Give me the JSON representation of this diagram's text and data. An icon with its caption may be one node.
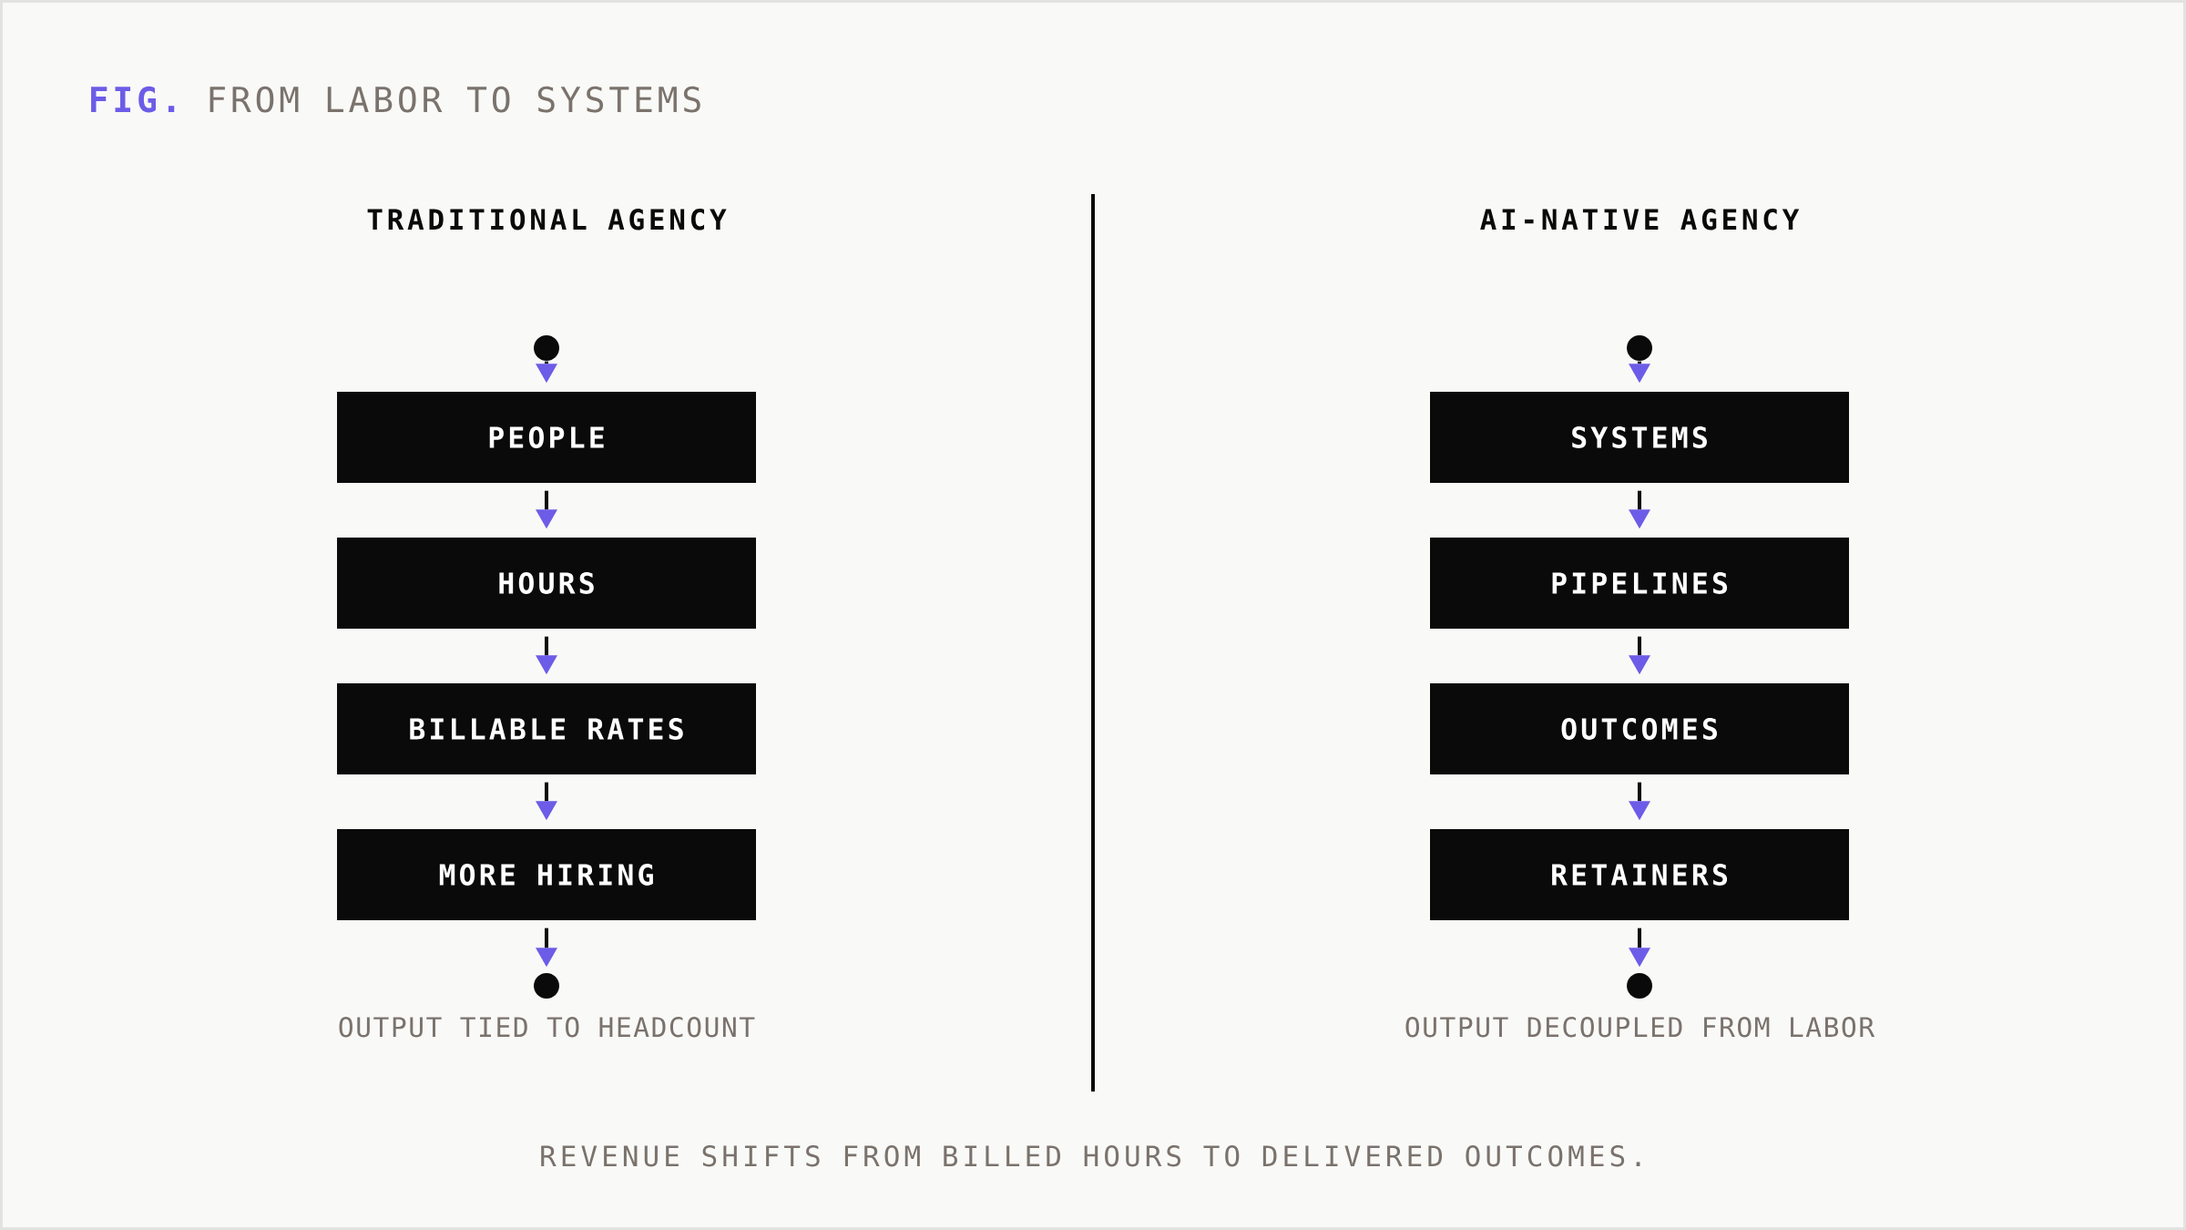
{
  "diagram": {
    "title": "**FIG.** FROM LABOR TO SYSTEMS",
    "caption": "REVENUE SHIFTS FROM BILLED HOURS TO DELIVERED OUTCOMES.",
    "nodes": [
      {
        "text": [],
        "shape": "circle"
      },
      {
        "text": [
          "PEOPLE"
        ]
      },
      {
        "text": [
          "HOURS"
        ]
      },
      {
        "text": [
          "BILLABLE RATES"
        ]
      },
      {
        "text": [
          "MORE HIRING"
        ]
      },
      {
        "text": [],
        "shape": "circle",
        "beside": [
          "OUTPUT TIED TO HEADCOUNT"
        ]
      },
      {
        "text": [],
        "shape": "circle"
      },
      {
        "text": [
          "SYSTEMS"
        ]
      },
      {
        "text": [
          "PIPELINES"
        ]
      },
      {
        "text": [
          "OUTCOMES"
        ]
      },
      {
        "text": [
          "RETAINERS"
        ]
      },
      {
        "text": [],
        "shape": "circle",
        "beside": [
          "OUTPUT DECOUPLED FROM LABOR"
        ]
      }
    ],
    "edges": [
      {
        "from": 0,
        "to": 1,
        "arrow": "to"
      },
      {
        "from": 1,
        "to": 2,
        "arrow": "to"
      },
      {
        "from": 2,
        "to": 3,
        "arrow": "to"
      },
      {
        "from": 3,
        "to": 4,
        "arrow": "to"
      },
      {
        "from": 4,
        "to": 5,
        "arrow": "to"
      },
      {
        "from": 6,
        "to": 7,
        "arrow": "to"
      },
      {
        "from": 7,
        "to": 8,
        "arrow": "to"
      },
      {
        "from": 8,
        "to": 9,
        "arrow": "to"
      },
      {
        "from": 9,
        "to": 10,
        "arrow": "to"
      },
      {
        "from": 10,
        "to": 11,
        "arrow": "to"
      }
    ],
    "labels": [
      "TRADITIONAL AGENCY",
      "AI-NATIVE AGENCY"
    ]
  }
}
